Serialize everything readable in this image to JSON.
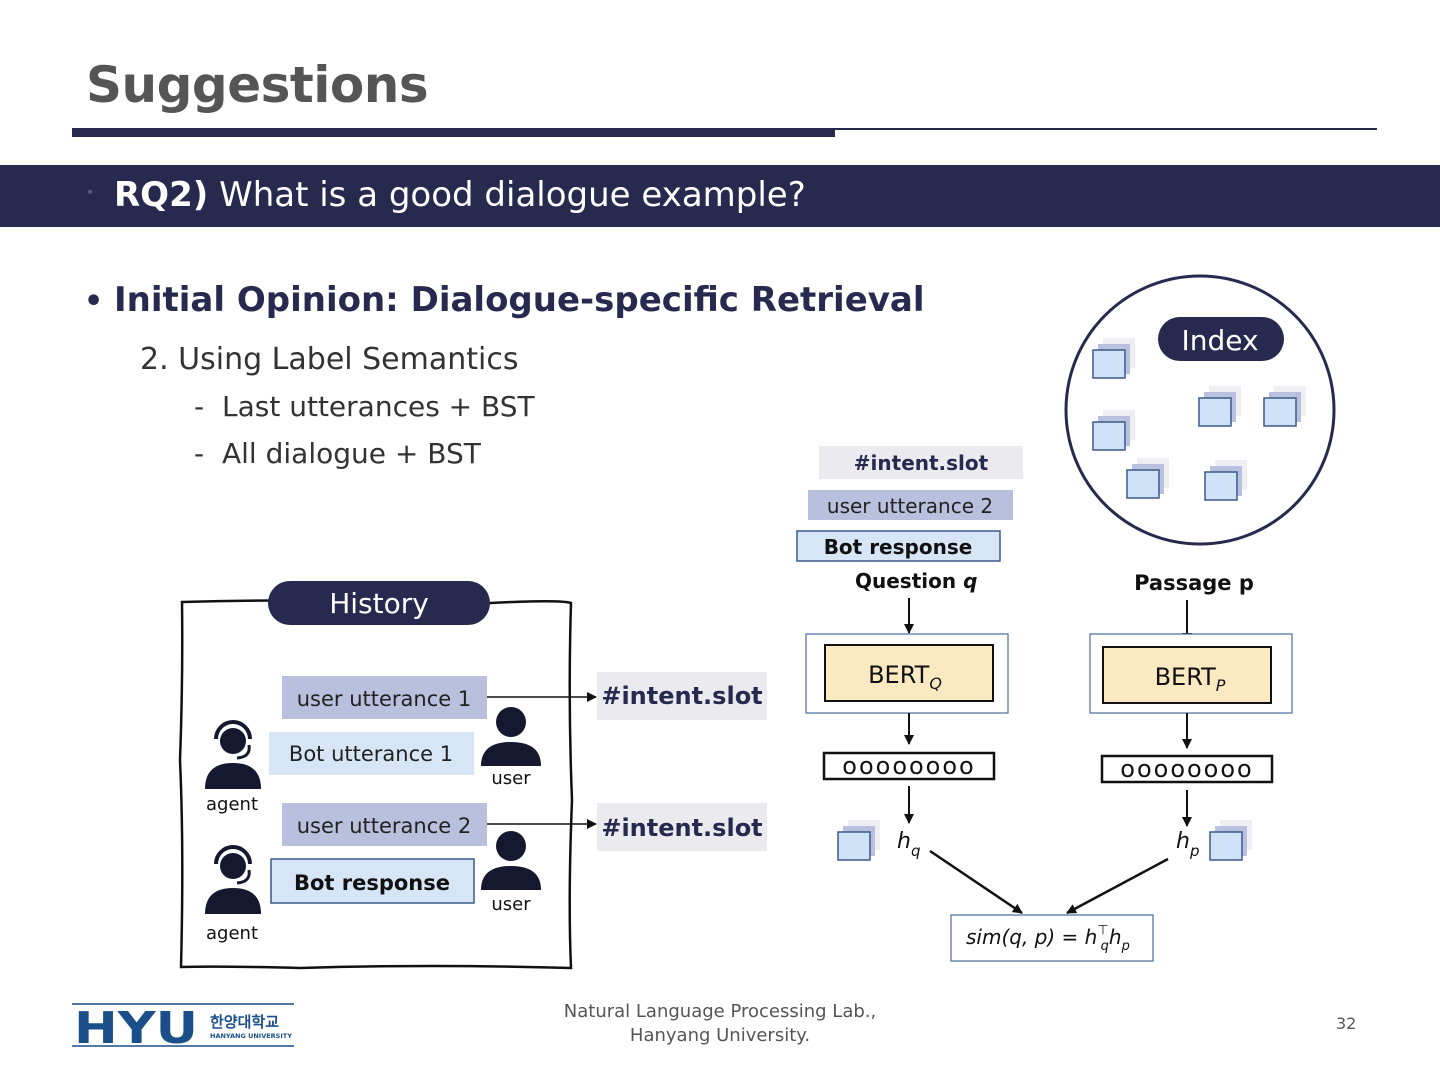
{
  "slide": {
    "title": "Suggestions",
    "band": {
      "bold": "RQ2)",
      "text": " What is a good dialogue example?"
    },
    "heading": "Initial Opinion: Dialogue-specific Retrieval",
    "sub_item": "2. Using Label Semantics",
    "dash_items": [
      "Last utterances + BST",
      "All dialogue  +  BST"
    ]
  },
  "history": {
    "title": "History",
    "agent_label": "agent",
    "user_label": "user",
    "utterances": {
      "user1": "user utterance 1",
      "bot1": "Bot utterance 1",
      "user2": "user utterance 2",
      "bot_response": "Bot response"
    },
    "intent_slot": "#intent.slot"
  },
  "retriever": {
    "query_stack": [
      "#intent.slot",
      "user utterance 2",
      "Bot response"
    ],
    "question_label": "Question",
    "question_var": "q",
    "passage_label": "Passage p",
    "bert_q": "BERT",
    "bert_q_sub": "Q",
    "bert_p": "BERT",
    "bert_p_sub": "P",
    "vector": "oooooooo",
    "hq": "h",
    "hq_sub": "q",
    "hp": "h",
    "hp_sub": "p",
    "sim_formula": "sim(q, p) = h",
    "index_label": "Index"
  },
  "footer": {
    "logo_text": "HYU",
    "logo_korean": "한양대학교",
    "logo_english": "HANYANG UNIVERSITY",
    "lab_line1": "Natural Language Processing Lab.,",
    "lab_line2": "Hanyang University.",
    "page_number": "32"
  },
  "colors": {
    "navy": "#27294f",
    "user_box": "#b8c0de",
    "bot_box": "#d7e6f7",
    "intent_box": "#ebebef",
    "bert_fill": "#fbe9c2",
    "logo_blue": "#1a4f8a"
  }
}
